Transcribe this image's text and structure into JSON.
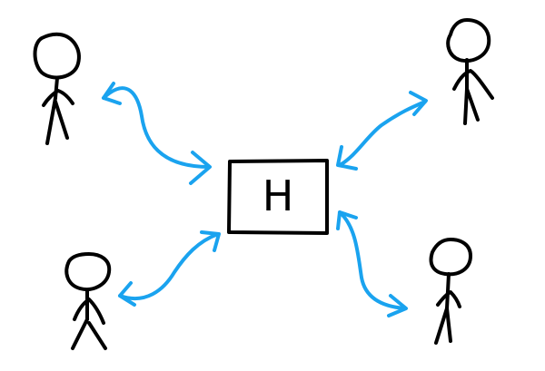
{
  "hub": {
    "label": "H"
  },
  "colors": {
    "ink": "#000000",
    "arrow": "#1aa3ef",
    "background": "#ffffff"
  },
  "figures": [
    {
      "id": "top-left",
      "icon": "stick-figure-icon"
    },
    {
      "id": "top-right",
      "icon": "stick-figure-icon"
    },
    {
      "id": "bottom-left",
      "icon": "stick-figure-icon"
    },
    {
      "id": "bottom-right",
      "icon": "stick-figure-icon"
    }
  ],
  "connections": [
    {
      "from": "top-left",
      "to": "hub",
      "direction": "both"
    },
    {
      "from": "top-right",
      "to": "hub",
      "direction": "both"
    },
    {
      "from": "bottom-left",
      "to": "hub",
      "direction": "both"
    },
    {
      "from": "bottom-right",
      "to": "hub",
      "direction": "both"
    }
  ]
}
